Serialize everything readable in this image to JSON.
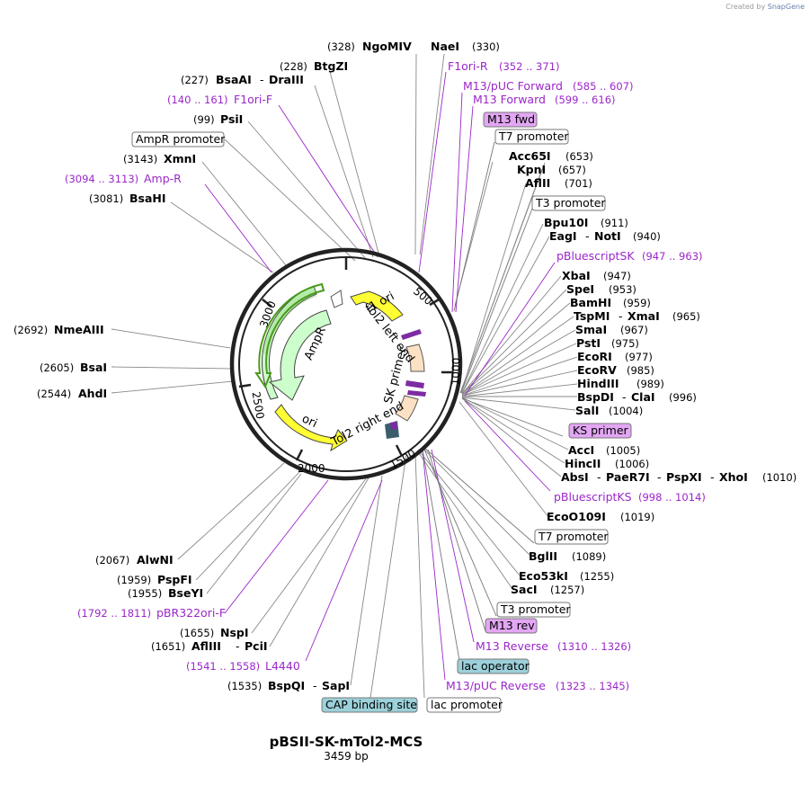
{
  "credit": {
    "prefix": "Created by",
    "brand": "SnapGene"
  },
  "plasmid": {
    "name": "pBSII-SK-mTol2-MCS",
    "size": "3459 bp"
  },
  "ticks": [
    "500",
    "1000",
    "1500",
    "2000",
    "2500",
    "3000"
  ],
  "features": {
    "f1_ori": "f1 ori",
    "ampr": "AmpR",
    "ori": "ori",
    "tol2_left": "Tol2 left end",
    "tol2_right": "Tol2 right end",
    "sk_primer": "SK primer"
  },
  "top_labels": [
    {
      "pos": "(328)",
      "name": "NgoMIV"
    },
    {
      "name": "NaeI",
      "pos": "(330)"
    }
  ],
  "left_labels": {
    "btgzi": {
      "pos": "(228)",
      "name": "BtgZI"
    },
    "bsaai": {
      "pos": "(227)",
      "name": "BsaAI",
      "sep": "-",
      "name2": "DraIII"
    },
    "f1ori_f": {
      "range": "(140 .. 161)",
      "name": "F1ori-F"
    },
    "psii": {
      "pos": "(99)",
      "name": "PsiI"
    },
    "ampr_promoter": "AmpR promoter",
    "xmni": {
      "pos": "(3143)",
      "name": "XmnI"
    },
    "amp_r": {
      "range": "(3094 .. 3113)",
      "name": "Amp-R"
    },
    "bsahi": {
      "pos": "(3081)",
      "name": "BsaHI"
    },
    "nmeaiii": {
      "pos": "(2692)",
      "name": "NmeAIII"
    },
    "bsai": {
      "pos": "(2605)",
      "name": "BsaI"
    },
    "ahdi": {
      "pos": "(2544)",
      "name": "AhdI"
    },
    "alwni": {
      "pos": "(2067)",
      "name": "AlwNI"
    },
    "pspfi": {
      "pos": "(1959)",
      "name": "PspFI"
    },
    "bseyi": {
      "pos": "(1955)",
      "name": "BseYI"
    },
    "pbr322": {
      "range": "(1792 .. 1811)",
      "name": "pBR322ori-F"
    },
    "nspi": {
      "pos": "(1655)",
      "name": "NspI"
    },
    "afliii_pcii": {
      "pos": "(1651)",
      "name": "AflIII",
      "sep": "-",
      "name2": "PciI"
    },
    "l4440": {
      "range": "(1541 .. 1558)",
      "name": "L4440"
    },
    "bspqi": {
      "pos": "(1535)",
      "name": "BspQI",
      "sep": "-",
      "name2": "SapI"
    }
  },
  "right_labels": {
    "f1ori_r": {
      "name": "F1ori-R",
      "range": "(352 .. 371)"
    },
    "m13puc_fwd": {
      "name": "M13/pUC Forward",
      "range": "(585 .. 607)"
    },
    "m13_fwd_primer": {
      "name": "M13 Forward",
      "range": "(599 .. 616)"
    },
    "m13fwd_box": "M13 fwd",
    "t7_1": "T7 promoter",
    "acc65i": {
      "name": "Acc65I",
      "pos": "(653)"
    },
    "kpni": {
      "name": "KpnI",
      "pos": "(657)"
    },
    "afliii": {
      "name": "AflII",
      "pos": "(701)"
    },
    "t3_1": "T3 promoter",
    "bpu10i": {
      "name": "Bpu10I",
      "pos": "(911)"
    },
    "eagi": {
      "name": "EagI",
      "sep": "-",
      "name2": "NotI",
      "pos": "(940)"
    },
    "pbluescriptsk": {
      "name": "pBluescriptSK",
      "range": "(947 .. 963)"
    },
    "xbai": {
      "name": "XbaI",
      "pos": "(947)"
    },
    "spei": {
      "name": "SpeI",
      "pos": "(953)"
    },
    "bamhi": {
      "name": "BamHI",
      "pos": "(959)"
    },
    "tspmi": {
      "name": "TspMI",
      "sep": "-",
      "name2": "XmaI",
      "pos": "(965)"
    },
    "smai": {
      "name": "SmaI",
      "pos": "(967)"
    },
    "psti": {
      "name": "PstI",
      "pos": "(975)"
    },
    "ecori": {
      "name": "EcoRI",
      "pos": "(977)"
    },
    "ecorv": {
      "name": "EcoRV",
      "pos": "(985)"
    },
    "hindiii": {
      "name": "HindIII",
      "pos": "(989)"
    },
    "bspdi": {
      "name": "BspDI",
      "sep": "-",
      "name2": "ClaI",
      "pos": "(996)"
    },
    "sali": {
      "name": "SalI",
      "pos": "(1004)"
    },
    "ks_box": "KS primer",
    "acci": {
      "name": "AccI",
      "pos": "(1005)"
    },
    "hincii": {
      "name": "HincII",
      "pos": "(1006)"
    },
    "absi": {
      "name": "AbsI",
      "sep1": "-",
      "name2": "PaeR7I",
      "sep2": "-",
      "name3": "PspXI",
      "sep3": "-",
      "name4": "XhoI",
      "pos": "(1010)"
    },
    "pbluescriptks": {
      "name": "pBluescriptKS",
      "range": "(998 .. 1014)"
    },
    "ecoo109i": {
      "name": "EcoO109I",
      "pos": "(1019)"
    },
    "t7_2": "T7 promoter",
    "bglii": {
      "name": "BglII",
      "pos": "(1089)"
    },
    "eco53ki": {
      "name": "Eco53kI",
      "pos": "(1255)"
    },
    "saci": {
      "name": "SacI",
      "pos": "(1257)"
    },
    "t3_2": "T3 promoter",
    "m13rev_box": "M13 rev",
    "m13_reverse": {
      "name": "M13 Reverse",
      "range": "(1310 .. 1326)"
    },
    "lac_operator": "lac operator",
    "m13puc_rev": {
      "name": "M13/pUC Reverse",
      "range": "(1323 .. 1345)"
    },
    "cap_site": "CAP binding site",
    "lac_promoter": "lac promoter"
  },
  "colors": {
    "feature_text": "#9b27c9",
    "primer_box": "#e3a6f4",
    "protein_box": "#9cd0da",
    "ori_yellow": "#ffff00",
    "ampr_green": "#ccffcc",
    "tol2_peach": "#fde1c4"
  }
}
